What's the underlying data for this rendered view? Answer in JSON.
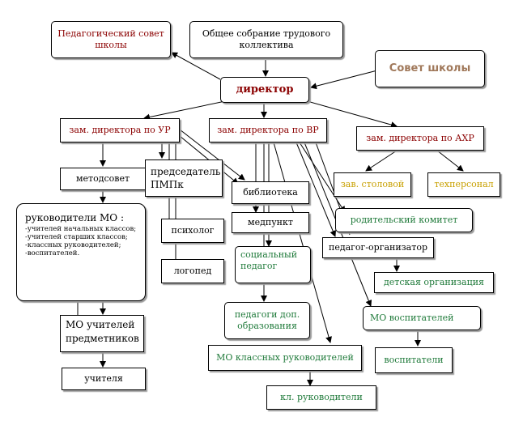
{
  "nodes": {
    "ped_council": "Педагогический совет школы",
    "general_meeting": "Общее собрание трудового коллектива",
    "school_council": "Совет школы",
    "director": "директор",
    "deputy_ur": "зам. директора по УР",
    "deputy_vr": "зам. директора по ВР",
    "deputy_ahr": "зам. директора по АХР",
    "canteen": "зав. столовой",
    "tech_staff": "техперсонал",
    "methodical_council": "методсовет",
    "pmpk_chair": "председатель ПМПк",
    "library": "библиотека",
    "medical_point": "медпункт",
    "parents_committee": "родительский комитет",
    "mo_heads_title": "руководители МО :",
    "mo_heads_items": [
      "-учителей начальных классов;",
      "-учителей старших классов;",
      "-классных руководителей;",
      "-воспитателей."
    ],
    "psychologist": "психолог",
    "speech_therapist": "логопед",
    "social_pedagogue": "социальный педагог",
    "ped_organizer": "педагог-организатор",
    "children_org": "детская организация",
    "mo_subject_teachers": "МО учителей предметников",
    "extra_ed_teachers": "педагоги доп. образования",
    "mo_educators": "МО воспитателей",
    "educators": "воспитатели",
    "teachers": "учителя",
    "mo_class_leaders": "МО классных руководителей",
    "class_leaders": "кл. руководители"
  },
  "colors": {
    "dark_red": "#8b0000",
    "green": "#1f7a3a",
    "yellow": "#c8a000",
    "brown": "#a0785a"
  }
}
